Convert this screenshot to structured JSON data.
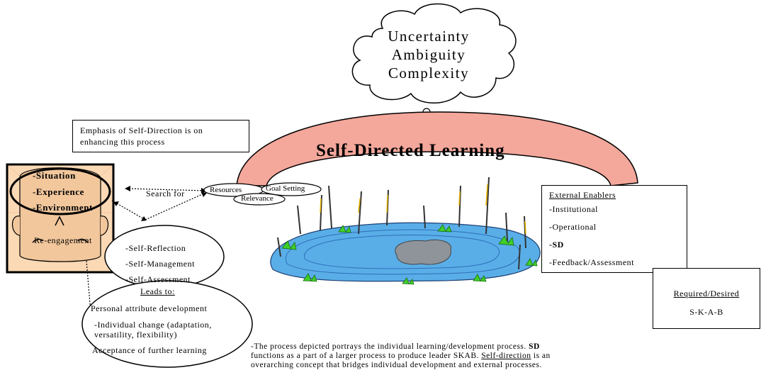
{
  "cloud": {
    "line1": "Uncertainty",
    "line2": "Ambiguity",
    "line3": "Complexity"
  },
  "emphasis_box": {
    "line1": "Emphasis of Self-Direction is on",
    "line2": "enhancing this process"
  },
  "arch": {
    "title": "Self-Directed Learning",
    "color": "#f4a79b"
  },
  "head": {
    "items": [
      "-Situation",
      "-Experience",
      "-Environment"
    ],
    "reengagement": "Re-engagement",
    "color": "#fbd9b5"
  },
  "search_for": "Search for",
  "search_targets": {
    "resources": "Resources",
    "goal_setting": "Goal Setting",
    "relevance": "Relevance"
  },
  "self_ellipse": {
    "items": [
      "-Self-Reflection",
      "-Self-Management",
      "-Self-Assessment"
    ]
  },
  "leads_to": {
    "title": "Leads to:",
    "items": [
      "Personal attribute development",
      "-Individual change (adaptation,",
      "versatility, flexibility)",
      "Acceptance of further learning"
    ]
  },
  "external_enablers": {
    "title": "External Enablers",
    "items": [
      "-Institutional",
      "-Operational",
      "-SD",
      "-Feedback/Assessment"
    ]
  },
  "required": {
    "title": "Required/Desired",
    "value": "S-K-A-B"
  },
  "caption": {
    "line1_a": "-The process depicted portrays the individual learning/development process. ",
    "line1_b": "SD",
    "line2_a": "functions as a part of a larger process to produce leader SKAB. ",
    "line2_b": "Self-direction",
    "line2_c": " is an",
    "line3": "overarching concept that bridges individual development and external processes."
  },
  "pond_color": "#5aaee8"
}
